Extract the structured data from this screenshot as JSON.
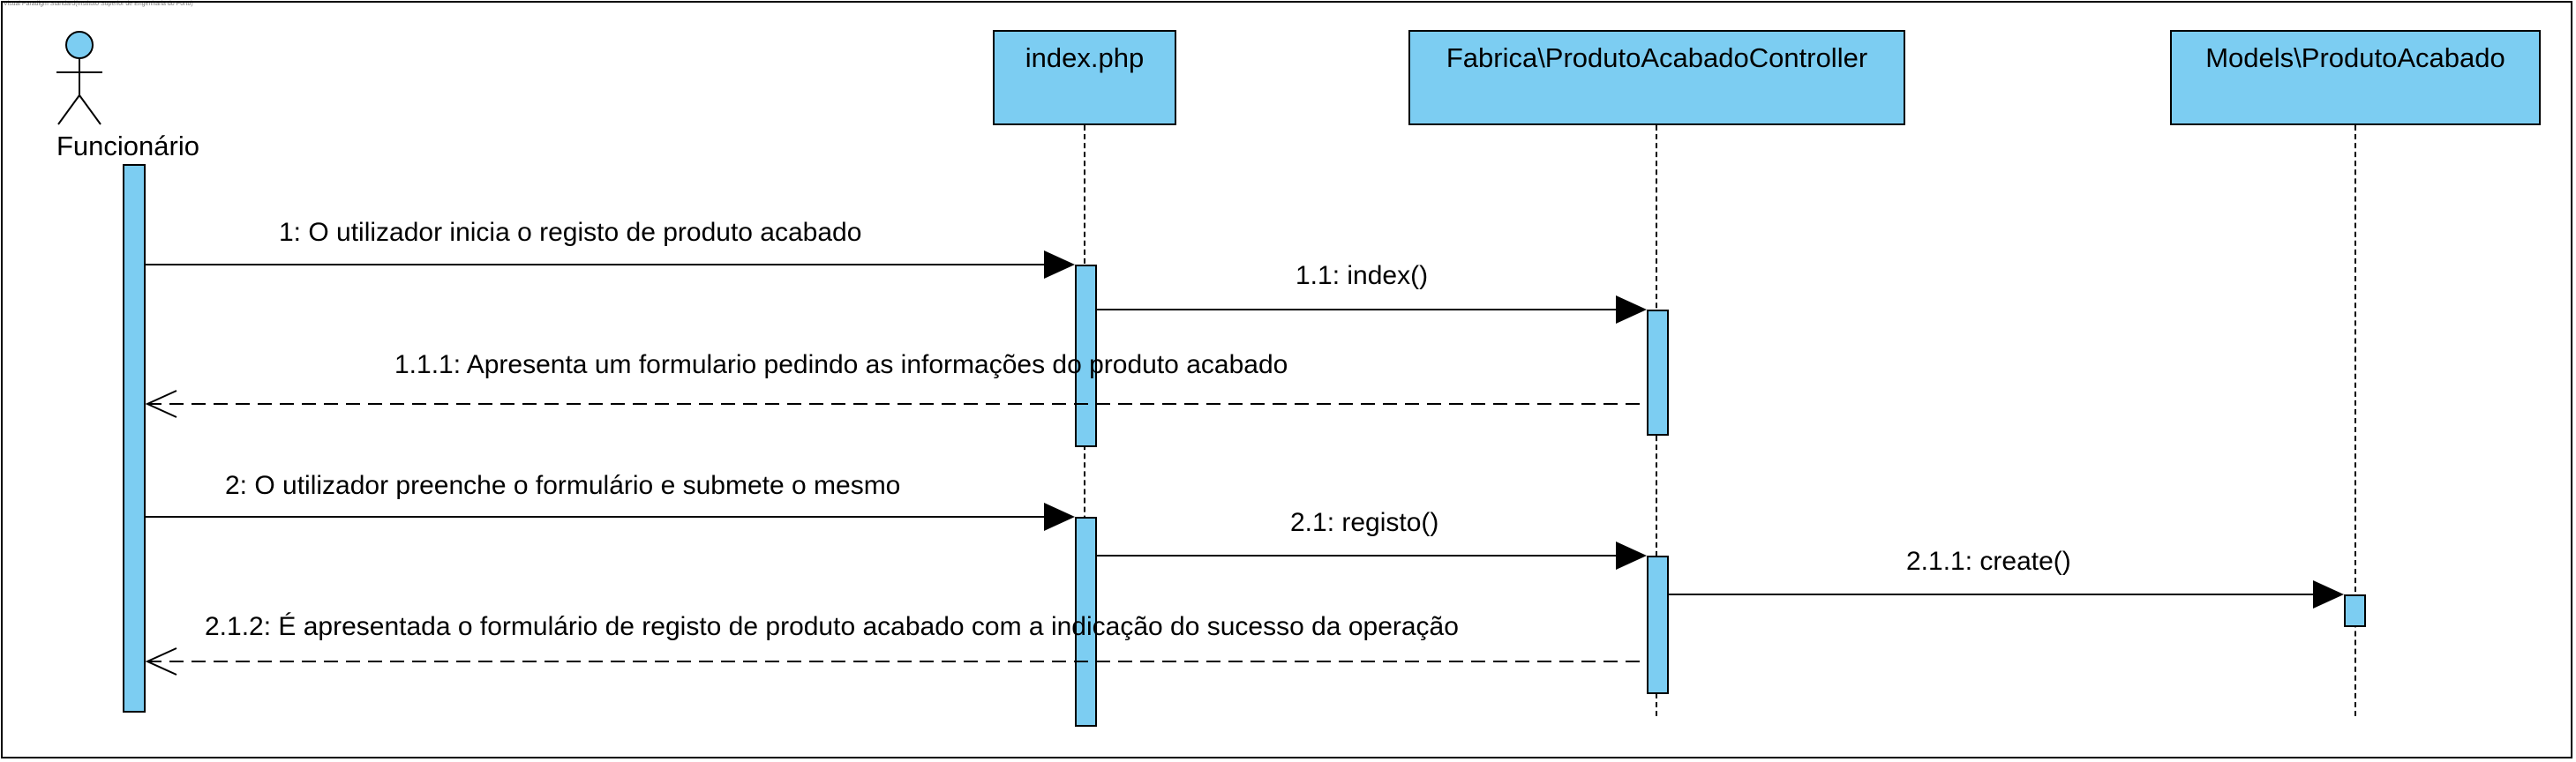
{
  "watermark": "Visual Paradigm Standard(Instituto Superior de Engenharia do Porto)",
  "actor": {
    "name": "Funcionário"
  },
  "lifelines": [
    {
      "name": "index.php"
    },
    {
      "name": "Fabrica\\ProdutoAcabadoController"
    },
    {
      "name": "Models\\ProdutoAcabado"
    }
  ],
  "messages": [
    {
      "label": "1: O utilizador inicia o registo de produto acabado",
      "type": "sync"
    },
    {
      "label": "1.1: index()",
      "type": "sync"
    },
    {
      "label": "1.1.1: Apresenta um formulario pedindo as informações do produto acabado",
      "type": "return"
    },
    {
      "label": "2: O utilizador preenche o formulário e submete o mesmo",
      "type": "sync"
    },
    {
      "label": "2.1: registo()",
      "type": "sync"
    },
    {
      "label": "2.1.1: create()",
      "type": "sync"
    },
    {
      "label": "2.1.2: É apresentada o formulário de registo de produto acabado com a indicação do sucesso da operação",
      "type": "return"
    }
  ],
  "colors": {
    "fill": "#7ccdf2",
    "stroke": "#000000",
    "background": "#ffffff"
  }
}
